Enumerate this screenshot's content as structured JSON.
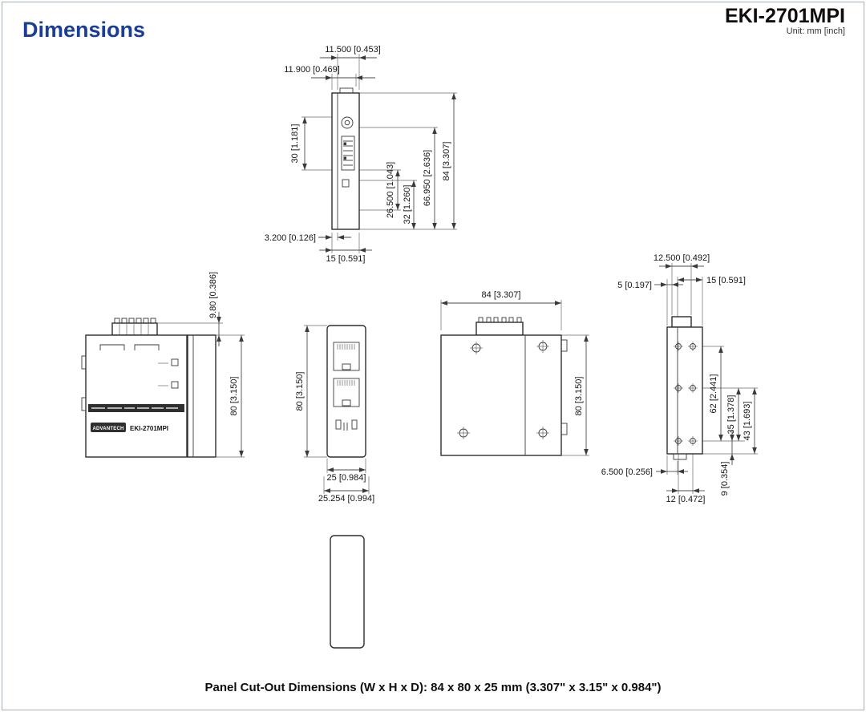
{
  "colors": {
    "accent": "#1a3e94"
  },
  "header": {
    "title": "Dimensions",
    "model": "EKI-2701MPI",
    "unit_label": "Unit: mm [inch]"
  },
  "device": {
    "brand": "ADVANTECH",
    "model": "EKI-2701MPI"
  },
  "views": {
    "side_top": {
      "dims": {
        "width_inner": "11.500 [0.453]",
        "width_outer": "11.900 [0.469]",
        "dip_span": "30 [1.181]",
        "h1": "26.500 [1.043]",
        "h2": "32 [1.260]",
        "h3": "66.950 [2.636]",
        "h_total": "84 [3.307]",
        "plate_thickness": "3.200 [0.126]",
        "width_total": "15 [0.591]"
      }
    },
    "front": {
      "dims": {
        "terminal_height": "9.80 [0.386]",
        "height": "80 [3.150]"
      }
    },
    "port_face": {
      "dims": {
        "height": "80 [3.150]",
        "width": "25 [0.984]",
        "width_outer": "25.254 [0.994]"
      }
    },
    "back": {
      "dims": {
        "width": "84 [3.307]",
        "height": "80 [3.150]"
      }
    },
    "side_mount": {
      "dims": {
        "top_width": "12.500 [0.492]",
        "offset_left": "5 [0.197]",
        "offset_right": "15 [0.591]",
        "hole_span_62": "62 [2.441]",
        "hole_span_35": "35 [1.378]",
        "hole_span_43": "43 [1.693]",
        "hole_offset_9": "9 [0.354]",
        "bottom_offset": "6.500 [0.256]",
        "hole_pitch": "12 [0.472]"
      }
    }
  },
  "footer": {
    "text": "Panel Cut-Out Dimensions (W x H x D): 84 x 80 x 25 mm (3.307\" x 3.15\" x 0.984\")"
  }
}
